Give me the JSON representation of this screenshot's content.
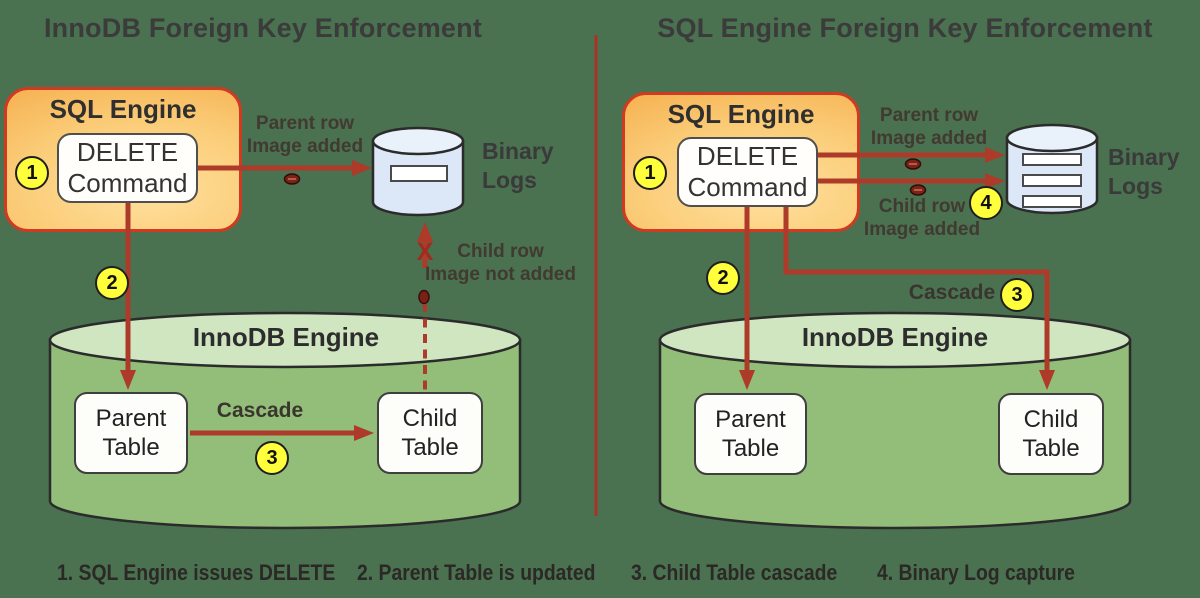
{
  "colors": {
    "background": "#4a7150",
    "arrow_red": "#ae3a2a",
    "divider_red": "#ab3126",
    "sql_box_border": "#cf3a22",
    "sql_box_orange": "#f6b354",
    "badge_yellow": "#ffff3b",
    "innodb_green": "#92be79",
    "innodb_green_top": "#cfe6c0",
    "binlog_blue": "#dce8f8",
    "binlog_blue_top": "#e9f1fb",
    "title_text": "#3b3b3b"
  },
  "left": {
    "title": "InnoDB Foreign Key Enforcement",
    "sql_engine": {
      "label": "SQL Engine",
      "command": [
        "DELETE",
        "Command"
      ],
      "badge1": "1"
    },
    "binary_logs": {
      "label": [
        "Binary",
        "Logs"
      ]
    },
    "parent_row_label": [
      "Parent row",
      "Image added"
    ],
    "child_row_label": [
      "Child row",
      "Image not added"
    ],
    "x_mark": "X",
    "badge2": "2",
    "badge3": "3",
    "cascade_label": "Cascade",
    "innodb": {
      "label": "InnoDB Engine",
      "parent_table": [
        "Parent",
        "Table"
      ],
      "child_table": [
        "Child",
        "Table"
      ]
    }
  },
  "right": {
    "title": "SQL Engine Foreign Key Enforcement",
    "sql_engine": {
      "label": "SQL Engine",
      "command": [
        "DELETE",
        "Command"
      ],
      "badge1": "1"
    },
    "binary_logs": {
      "label": [
        "Binary",
        "Logs"
      ]
    },
    "parent_row_label": [
      "Parent row",
      "Image added"
    ],
    "child_row_label": [
      "Child row",
      "Image added"
    ],
    "badge2": "2",
    "badge3": "3",
    "badge4": "4",
    "cascade_label": "Cascade",
    "innodb": {
      "label": "InnoDB Engine",
      "parent_table": [
        "Parent",
        "Table"
      ],
      "child_table": [
        "Child",
        "Table"
      ]
    }
  },
  "legend": [
    "1. SQL Engine issues DELETE",
    "2. Parent Table is updated",
    "3. Child Table cascade",
    "4. Binary Log capture"
  ]
}
